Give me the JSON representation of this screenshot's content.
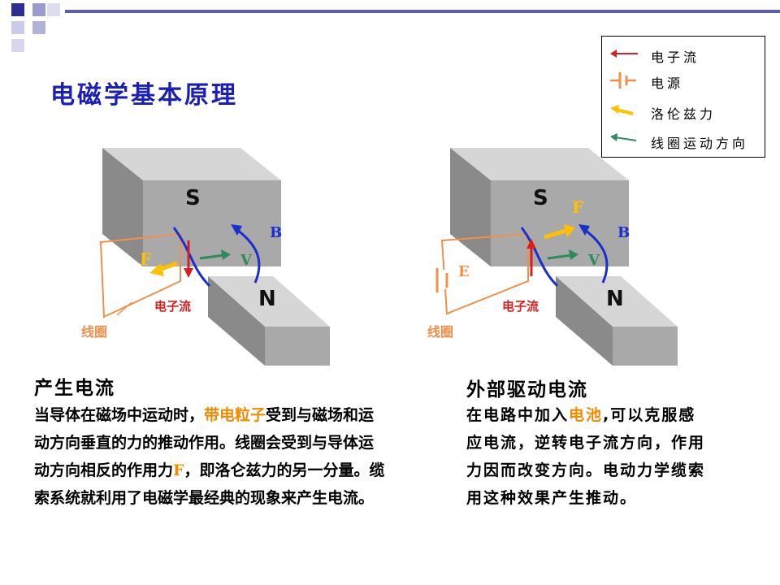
{
  "title": "电磁学基本原理",
  "legend": {
    "items": [
      {
        "icon": "red-arrow-icon",
        "label": "电子流"
      },
      {
        "icon": "battery-icon",
        "label": "电源"
      },
      {
        "icon": "yellow-arrow-icon",
        "label": "洛伦兹力"
      },
      {
        "icon": "green-arrow-icon",
        "label": "线圈运动方向"
      }
    ]
  },
  "left_diagram": {
    "s_label": "S",
    "n_label": "N",
    "f_label": "F",
    "v_label": "V",
    "b_label": "B",
    "current_label": "电子流",
    "coil_label": "线圈"
  },
  "right_diagram": {
    "s_label": "S",
    "n_label": "N",
    "f_label": "F",
    "v_label": "V",
    "b_label": "B",
    "e_label": "E",
    "current_label": "电子流",
    "coil_label": "线圈"
  },
  "left_text": {
    "heading": "产生电流",
    "p1": "当导体在磁场中运动时，",
    "p1_hl": "带电粒子",
    "p2": "受到与磁场和运动方向垂直的力的推动作用。线圈会受到与导体运动方向相反的作用力",
    "p2_hl": "F",
    "p3": "，即洛仑兹力的另一分量。缆索系统就利用了电磁学最经典的现象来产生电流。"
  },
  "right_text": {
    "heading": "外部驱动电流",
    "p1": "在电路中加入",
    "p1_hl": "电池",
    "p2": ",可以克服感应电流，逆转电子流方向，作用力因而改变方向。电动力学缆索用这种效果产生推动。"
  },
  "colors": {
    "title": "#1a1fb8",
    "highlight": "#f08a00",
    "electron_flow": "#d81e1e",
    "lorentz_force": "#ffc000",
    "coil_motion": "#2e8b57",
    "coil": "#f0904a",
    "field": "#1a2fd0"
  }
}
